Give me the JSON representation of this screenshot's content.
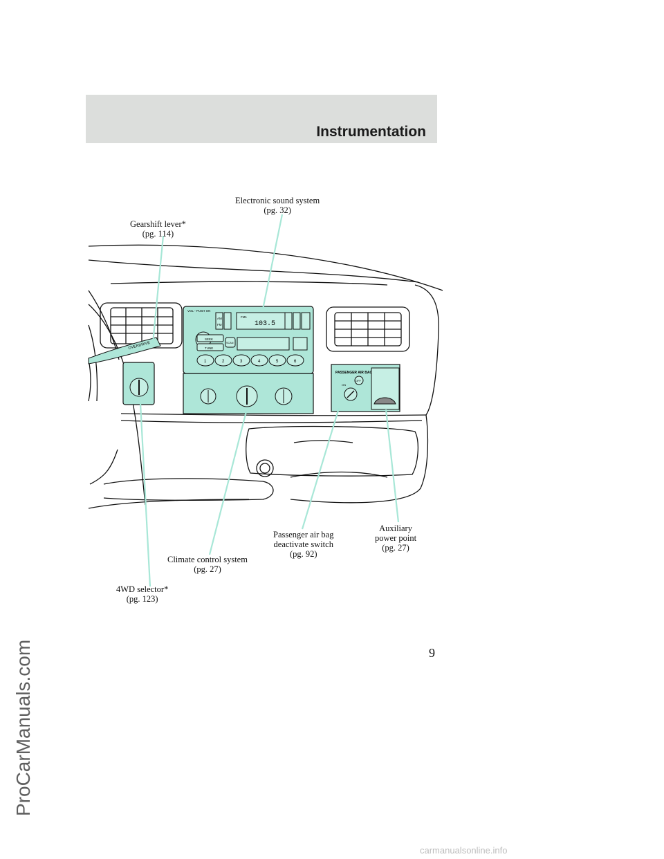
{
  "header": {
    "section_title": "Instrumentation"
  },
  "watermarks": {
    "side": "ProCarManuals.com",
    "bottom": "carmanualsonline.info"
  },
  "page_number": "9",
  "panel": {
    "radio_top_label": "VOL - PUSH ON",
    "radio_am": "AM",
    "radio_fm": "FM",
    "radio_band": "FM1",
    "radio_frequency": "103.5",
    "radio_seek": "SEEK",
    "radio_tune": "TUNE",
    "radio_scan": "SCAN",
    "radio_presets": [
      "1",
      "2",
      "3",
      "4",
      "5",
      "6"
    ],
    "airbag_label": "PASSENGER AIR BAG",
    "airbag_off": "OFF",
    "airbag_on": "ON",
    "gear_label": "OVERDRIVE"
  },
  "callouts": {
    "sound": [
      "Electronic sound system",
      "(pg. 32)"
    ],
    "gearshift": [
      "Gearshift lever*",
      "(pg. 114)"
    ],
    "airbag": [
      "Passenger air bag",
      "deactivate switch",
      "(pg. 92)"
    ],
    "aux": [
      "Auxiliary",
      "power point",
      "(pg. 27)"
    ],
    "climate": [
      "Climate control system",
      "(pg. 27)"
    ],
    "fourwd": [
      "4WD selector*",
      "(pg. 123)"
    ]
  }
}
